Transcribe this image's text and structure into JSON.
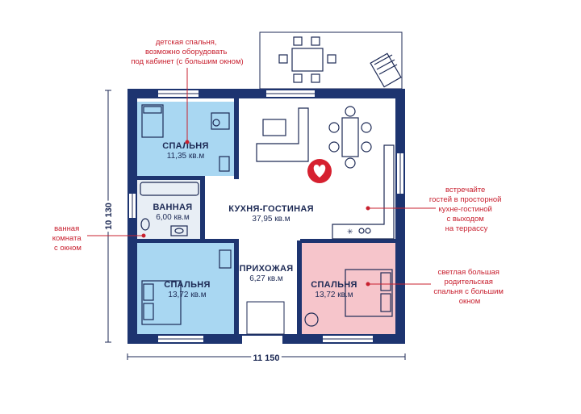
{
  "rooms": {
    "bedroom_top_left": {
      "title": "СПАЛЬНЯ",
      "area": "11,35 кв.м"
    },
    "bathroom": {
      "title": "ВАННАЯ",
      "area": "6,00 кв.м"
    },
    "kitchen_living": {
      "title": "КУХНЯ-ГОСТИНАЯ",
      "area": "37,95 кв.м"
    },
    "bedroom_bottom_left": {
      "title": "СПАЛЬНЯ",
      "area": "13,72 кв.м"
    },
    "hallway": {
      "title": "ПРИХОЖАЯ",
      "area": "6,27 кв.м"
    },
    "bedroom_bottom_right": {
      "title": "СПАЛЬНЯ",
      "area": "13,72 кв.м"
    }
  },
  "notes": {
    "kids_bedroom": [
      "детская спальня,",
      "возможно оборудовать",
      "под кабинет (с большим окном)"
    ],
    "bathroom_window": [
      "ванная",
      "комната",
      "с окном"
    ],
    "kitchen_terrace": [
      "встречайте",
      "гостей в просторной",
      "кухне-гостиной",
      "с выходом",
      "на террассу"
    ],
    "master_bedroom": [
      "светлая большая",
      "родительская",
      "спальня с большим",
      "окном"
    ]
  },
  "dimensions": {
    "width": "11 150",
    "height": "10 130"
  },
  "colors": {
    "wall": "#1d3470",
    "bedroom_blue": "#a9d7f2",
    "bedroom_pink": "#f6c5cb",
    "accent_red": "#d6202f",
    "line_dark": "#1d2a55"
  },
  "icons": {
    "heart": "heart-icon"
  }
}
